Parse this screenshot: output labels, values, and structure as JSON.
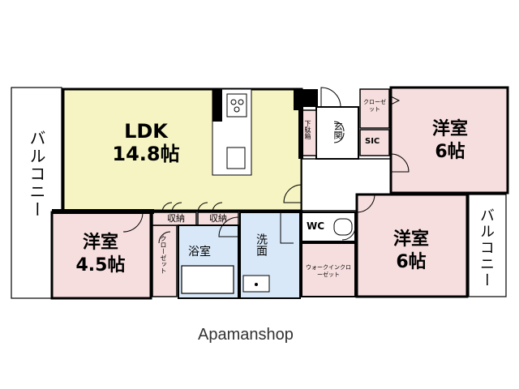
{
  "rooms": {
    "ldk_name": "LDK",
    "ldk_size": "14.8帖",
    "west_room_name": "洋室",
    "west_room_size": "4.5帖",
    "ne_room_name": "洋室",
    "ne_room_size": "6帖",
    "se_room_name": "洋室",
    "se_room_size": "6帖",
    "bath": "浴室",
    "washroom": "洗面",
    "wc": "WC",
    "entrance": "玄関",
    "shoe_box": "下駄箱",
    "sic": "SIC",
    "storage_1": "収納",
    "storage_2": "収納",
    "closet_west": "クローゼット",
    "closet_ne": "クローゼット",
    "walk_in_closet": "ウォークインクローゼット",
    "balcony_west": "バルコニー",
    "balcony_east": "バルコニー"
  },
  "watermark": "Apamanshop",
  "colors": {
    "ldk_fill": "#f5f4c2",
    "room_fill": "#f7dede",
    "wet_fill": "#d8e8f8",
    "wall": "#000000"
  }
}
